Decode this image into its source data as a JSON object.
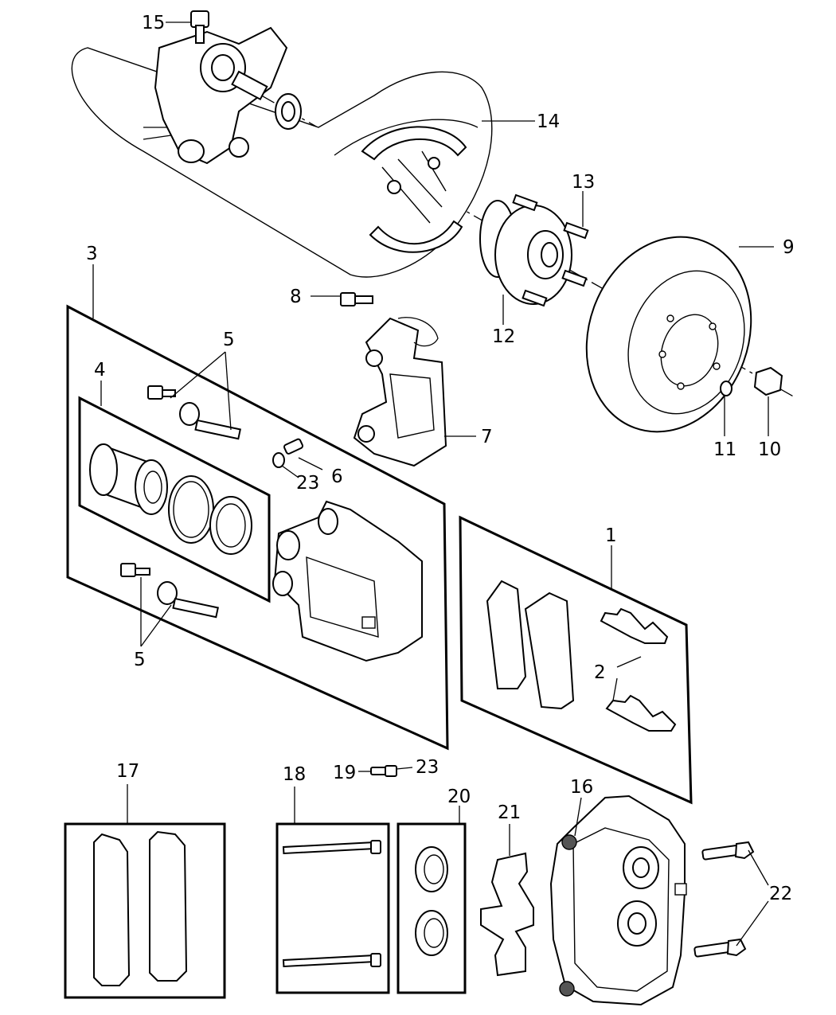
{
  "labels": {
    "l1": "1",
    "l2": "2",
    "l3": "3",
    "l4": "4",
    "l5a": "5",
    "l5b": "5",
    "l6": "6",
    "l7": "7",
    "l8": "8",
    "l9": "9",
    "l10": "10",
    "l11": "11",
    "l12": "12",
    "l13": "13",
    "l14": "14",
    "l15": "15",
    "l16": "16",
    "l17": "17",
    "l18": "18",
    "l19": "19",
    "l20": "20",
    "l21": "21",
    "l22": "22",
    "l23a": "23",
    "l23b": "23"
  }
}
